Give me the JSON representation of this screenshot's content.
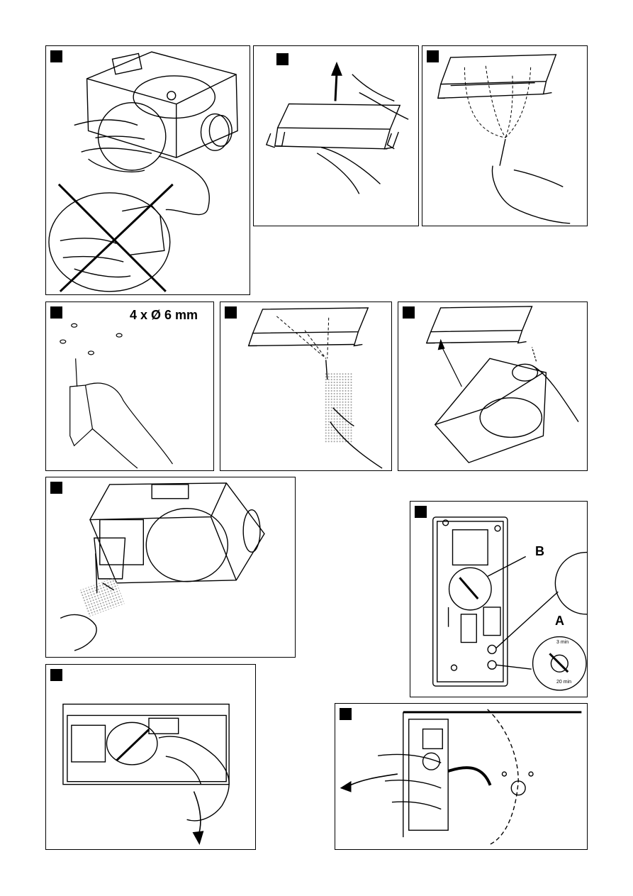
{
  "panels": {
    "p4": {
      "spec": "4 x Ø 6 mm"
    },
    "p8": {
      "label_b": "B",
      "label_a": "A",
      "dial_max": "3 min",
      "dial_min": "20 min"
    }
  },
  "colors": {
    "ink": "#000000",
    "paper": "#ffffff",
    "dots": "#9a9a9a"
  }
}
